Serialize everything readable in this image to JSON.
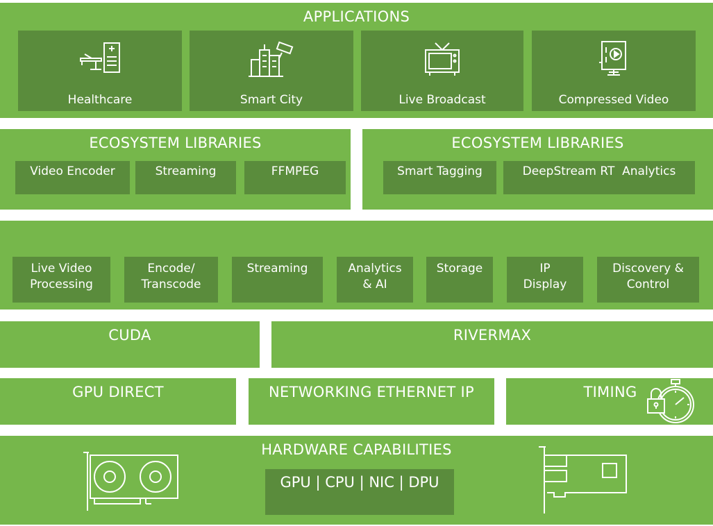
{
  "applications": {
    "title": "APPLICATIONS",
    "items": [
      {
        "label": "Healthcare",
        "icon": "healthcare-icon"
      },
      {
        "label": "Smart City",
        "icon": "smart-city-icon"
      },
      {
        "label": "Live Broadcast",
        "icon": "tv-icon"
      },
      {
        "label": "Compressed Video",
        "icon": "video-kiosk-icon"
      }
    ]
  },
  "ecosystem_left": {
    "title": "ECOSYSTEM LIBRARIES",
    "items": [
      "Video Encoder",
      "Streaming",
      "FFMPEG"
    ]
  },
  "ecosystem_right": {
    "title": "ECOSYSTEM LIBRARIES",
    "items": [
      "Smart Tagging",
      "DeepStream RT  Analytics"
    ]
  },
  "services": {
    "items": [
      {
        "line1": "Live Video",
        "line2": "Processing"
      },
      {
        "line1": "Encode/",
        "line2": "Transcode"
      },
      {
        "line1": "Streaming",
        "line2": ""
      },
      {
        "line1": "Analytics",
        "line2": "& AI"
      },
      {
        "line1": "Storage",
        "line2": ""
      },
      {
        "line1": "IP",
        "line2": "Display"
      },
      {
        "line1": "Discovery &",
        "line2": "Control"
      }
    ]
  },
  "cuda": {
    "title": "CUDA"
  },
  "rivermax": {
    "title": "RIVERMAX"
  },
  "gpu_direct": {
    "title": "GPU DIRECT"
  },
  "networking": {
    "title": "NETWORKING ETHERNET IP"
  },
  "timing": {
    "title": "TIMING",
    "icon": "stopwatch-lock-icon"
  },
  "hardware": {
    "title": "HARDWARE CAPABILITIES",
    "box_label": "GPU | CPU | NIC | DPU",
    "icons": [
      "gpu-card-icon",
      "nic-card-icon"
    ]
  },
  "colors": {
    "band": "#76b74b",
    "box": "#5a8c3c",
    "text": "#ffffff"
  }
}
